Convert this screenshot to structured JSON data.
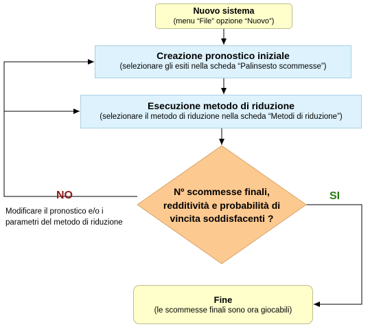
{
  "start": {
    "title": "Nuovo sistema",
    "subtitle": "(menu “File” opzione “Nuovo”)"
  },
  "create": {
    "title": "Creazione pronostico iniziale",
    "subtitle": "(selezionare gli esiti nella scheda “Palinsesto scommesse”)"
  },
  "exec": {
    "title": "Esecuzione metodo di riduzione",
    "subtitle": "(selezionare il metodo di riduzione nella scheda “Metodi di riduzione”)"
  },
  "decision": {
    "line1": "Nº scommesse finali,",
    "line2": "redditività e probabilità di",
    "line3": "vincita soddisfacenti ?"
  },
  "branches": {
    "no": "NO",
    "yes": "SI"
  },
  "note": {
    "line1": "Modificare il pronostico e/o i",
    "line2": "parametri del metodo di riduzione"
  },
  "end": {
    "title": "Fine",
    "subtitle": "(le scommesse finali sono ora giocabili)"
  },
  "colors": {
    "terminal_fill": "#ffffcc",
    "process_fill": "#ddf2fc",
    "decision_fill": "#fcc990",
    "no_label": "#8b1a1a",
    "yes_label": "#2a7a14"
  }
}
